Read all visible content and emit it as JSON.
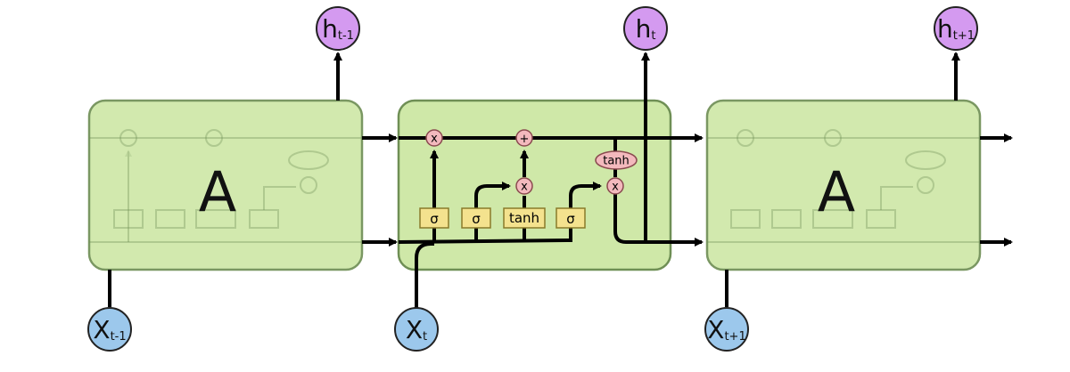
{
  "left_cell": {
    "label": "A"
  },
  "right_cell": {
    "label": "A"
  },
  "center_cell": {
    "gates": [
      "σ",
      "σ",
      "tanh",
      "σ"
    ],
    "ops": {
      "multiply": "x",
      "add": "+",
      "tanh": "tanh"
    }
  },
  "outputs": [
    {
      "main": "h",
      "sub": "t-1"
    },
    {
      "main": "h",
      "sub": "t"
    },
    {
      "main": "h",
      "sub": "t+1"
    }
  ],
  "inputs": [
    {
      "main": "X",
      "sub": "t-1"
    },
    {
      "main": "X",
      "sub": "t"
    },
    {
      "main": "X",
      "sub": "t+1"
    }
  ],
  "colors": {
    "cell_fill": "#cfe8a8",
    "gate_fill": "#f4e28e",
    "op_fill": "#f3b9bd",
    "output_node": "#d49af0",
    "input_node": "#9cc8ec"
  }
}
